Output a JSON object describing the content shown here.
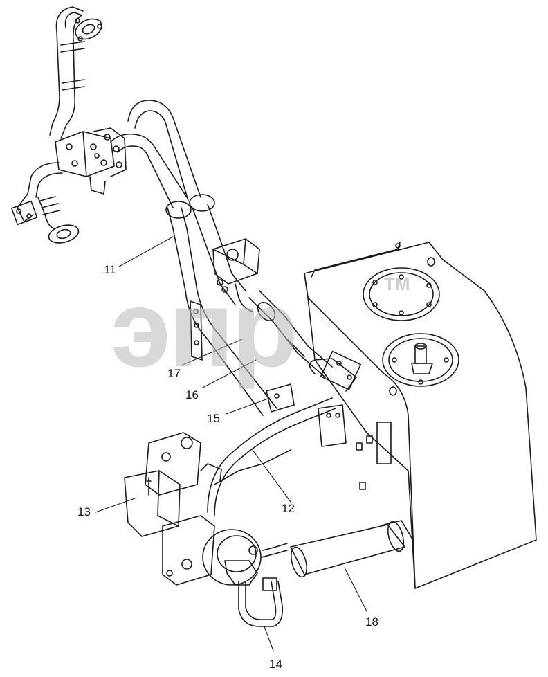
{
  "watermark": {
    "text": "эпр",
    "tm": "TM"
  },
  "callouts": [
    {
      "id": "11",
      "label": "11"
    },
    {
      "id": "12",
      "label": "12"
    },
    {
      "id": "13",
      "label": "13"
    },
    {
      "id": "14",
      "label": "14"
    },
    {
      "id": "15",
      "label": "15"
    },
    {
      "id": "16",
      "label": "16"
    },
    {
      "id": "17",
      "label": "17"
    },
    {
      "id": "18",
      "label": "18"
    }
  ]
}
